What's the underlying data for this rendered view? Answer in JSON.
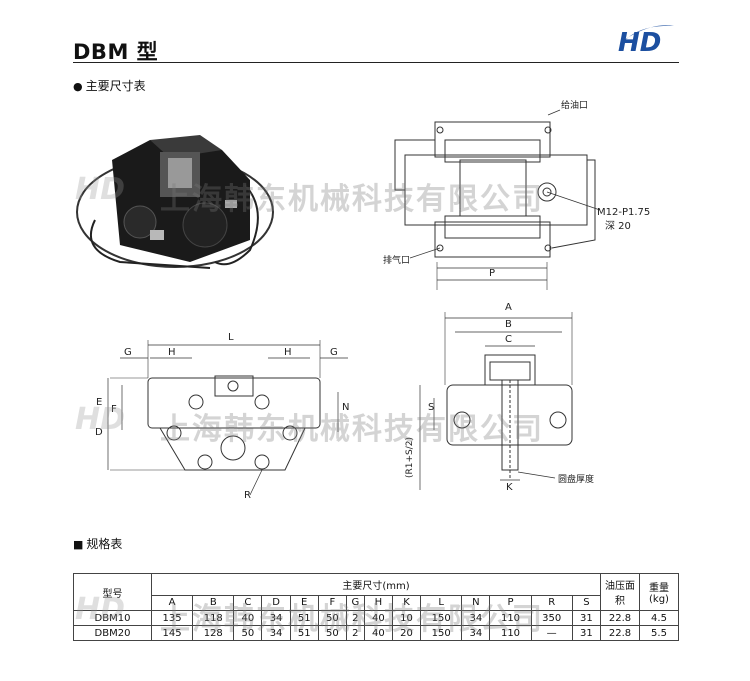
{
  "header": {
    "title": "DBM 型",
    "logo_text": "HD",
    "logo_color": "#1c4fa0"
  },
  "sections": {
    "dimensions": "主要尺寸表",
    "spec": "规格表"
  },
  "watermark": {
    "logo": "HD",
    "company": "上海韩东机械科技有限公司"
  },
  "labels": {
    "oil_inlet": "给油口",
    "air_outlet": "排气口",
    "thread": "M12-P1.75",
    "depth": "深 20",
    "disc_thickness": "圆盘厚度",
    "P": "P",
    "A": "A",
    "B": "B",
    "C": "C",
    "L": "L",
    "G": "G",
    "H": "H",
    "D": "D",
    "E": "E",
    "F": "F",
    "N": "N",
    "R": "R",
    "S": "S",
    "K": "K",
    "R1": "(R1+S/2)"
  },
  "table": {
    "model_header": "型号",
    "main_header": "主要尺寸(mm)",
    "oil_area_header": "油压面积",
    "weight_header": "重量(kg)",
    "columns": [
      "A",
      "B",
      "C",
      "D",
      "E",
      "F",
      "G",
      "H",
      "K",
      "L",
      "N",
      "P",
      "R",
      "S"
    ],
    "rows": [
      {
        "model": "DBM10",
        "values": [
          "135",
          "118",
          "40",
          "34",
          "51",
          "50",
          "2",
          "40",
          "10",
          "150",
          "34",
          "110",
          "350",
          "31"
        ],
        "oil_area": "22.8",
        "weight": "4.5"
      },
      {
        "model": "DBM20",
        "values": [
          "145",
          "128",
          "50",
          "34",
          "51",
          "50",
          "2",
          "40",
          "20",
          "150",
          "34",
          "110",
          "—",
          "31"
        ],
        "oil_area": "22.8",
        "weight": "5.5"
      }
    ]
  }
}
